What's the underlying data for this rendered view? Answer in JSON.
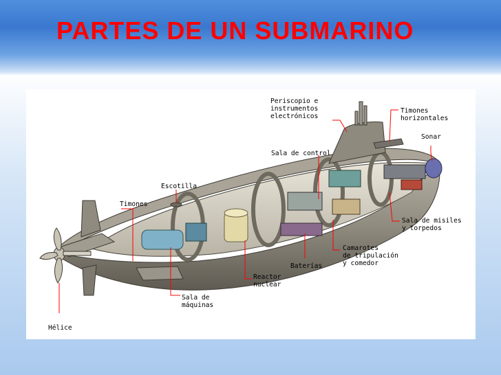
{
  "slide": {
    "title": "PARTES DE UN SUBMARINO"
  },
  "diagram": {
    "labels": {
      "periscopio_1": "Periscopio e",
      "periscopio_2": "instrumentos",
      "periscopio_3": "electrónicos",
      "timones_horizontales_1": "Timones",
      "timones_horizontales_2": "horizontales",
      "sonar": "Sonar",
      "sala_control": "Sala de control",
      "escotilla": "Escotilla",
      "timones": "Timones",
      "sala_misiles_1": "Sala de misiles",
      "sala_misiles_2": "y torpedos",
      "camarotes_1": "Camarotes",
      "camarotes_2": "de tripulación",
      "camarotes_3": "y comedor",
      "baterias": "Baterías",
      "reactor_1": "Reactor",
      "reactor_2": "nuclear",
      "sala_maquinas_1": "Sala de",
      "sala_maquinas_2": "máquinas",
      "helice": "Hélice"
    },
    "leader_color": "#ff0000",
    "hull_color": "#8f8a7e"
  }
}
